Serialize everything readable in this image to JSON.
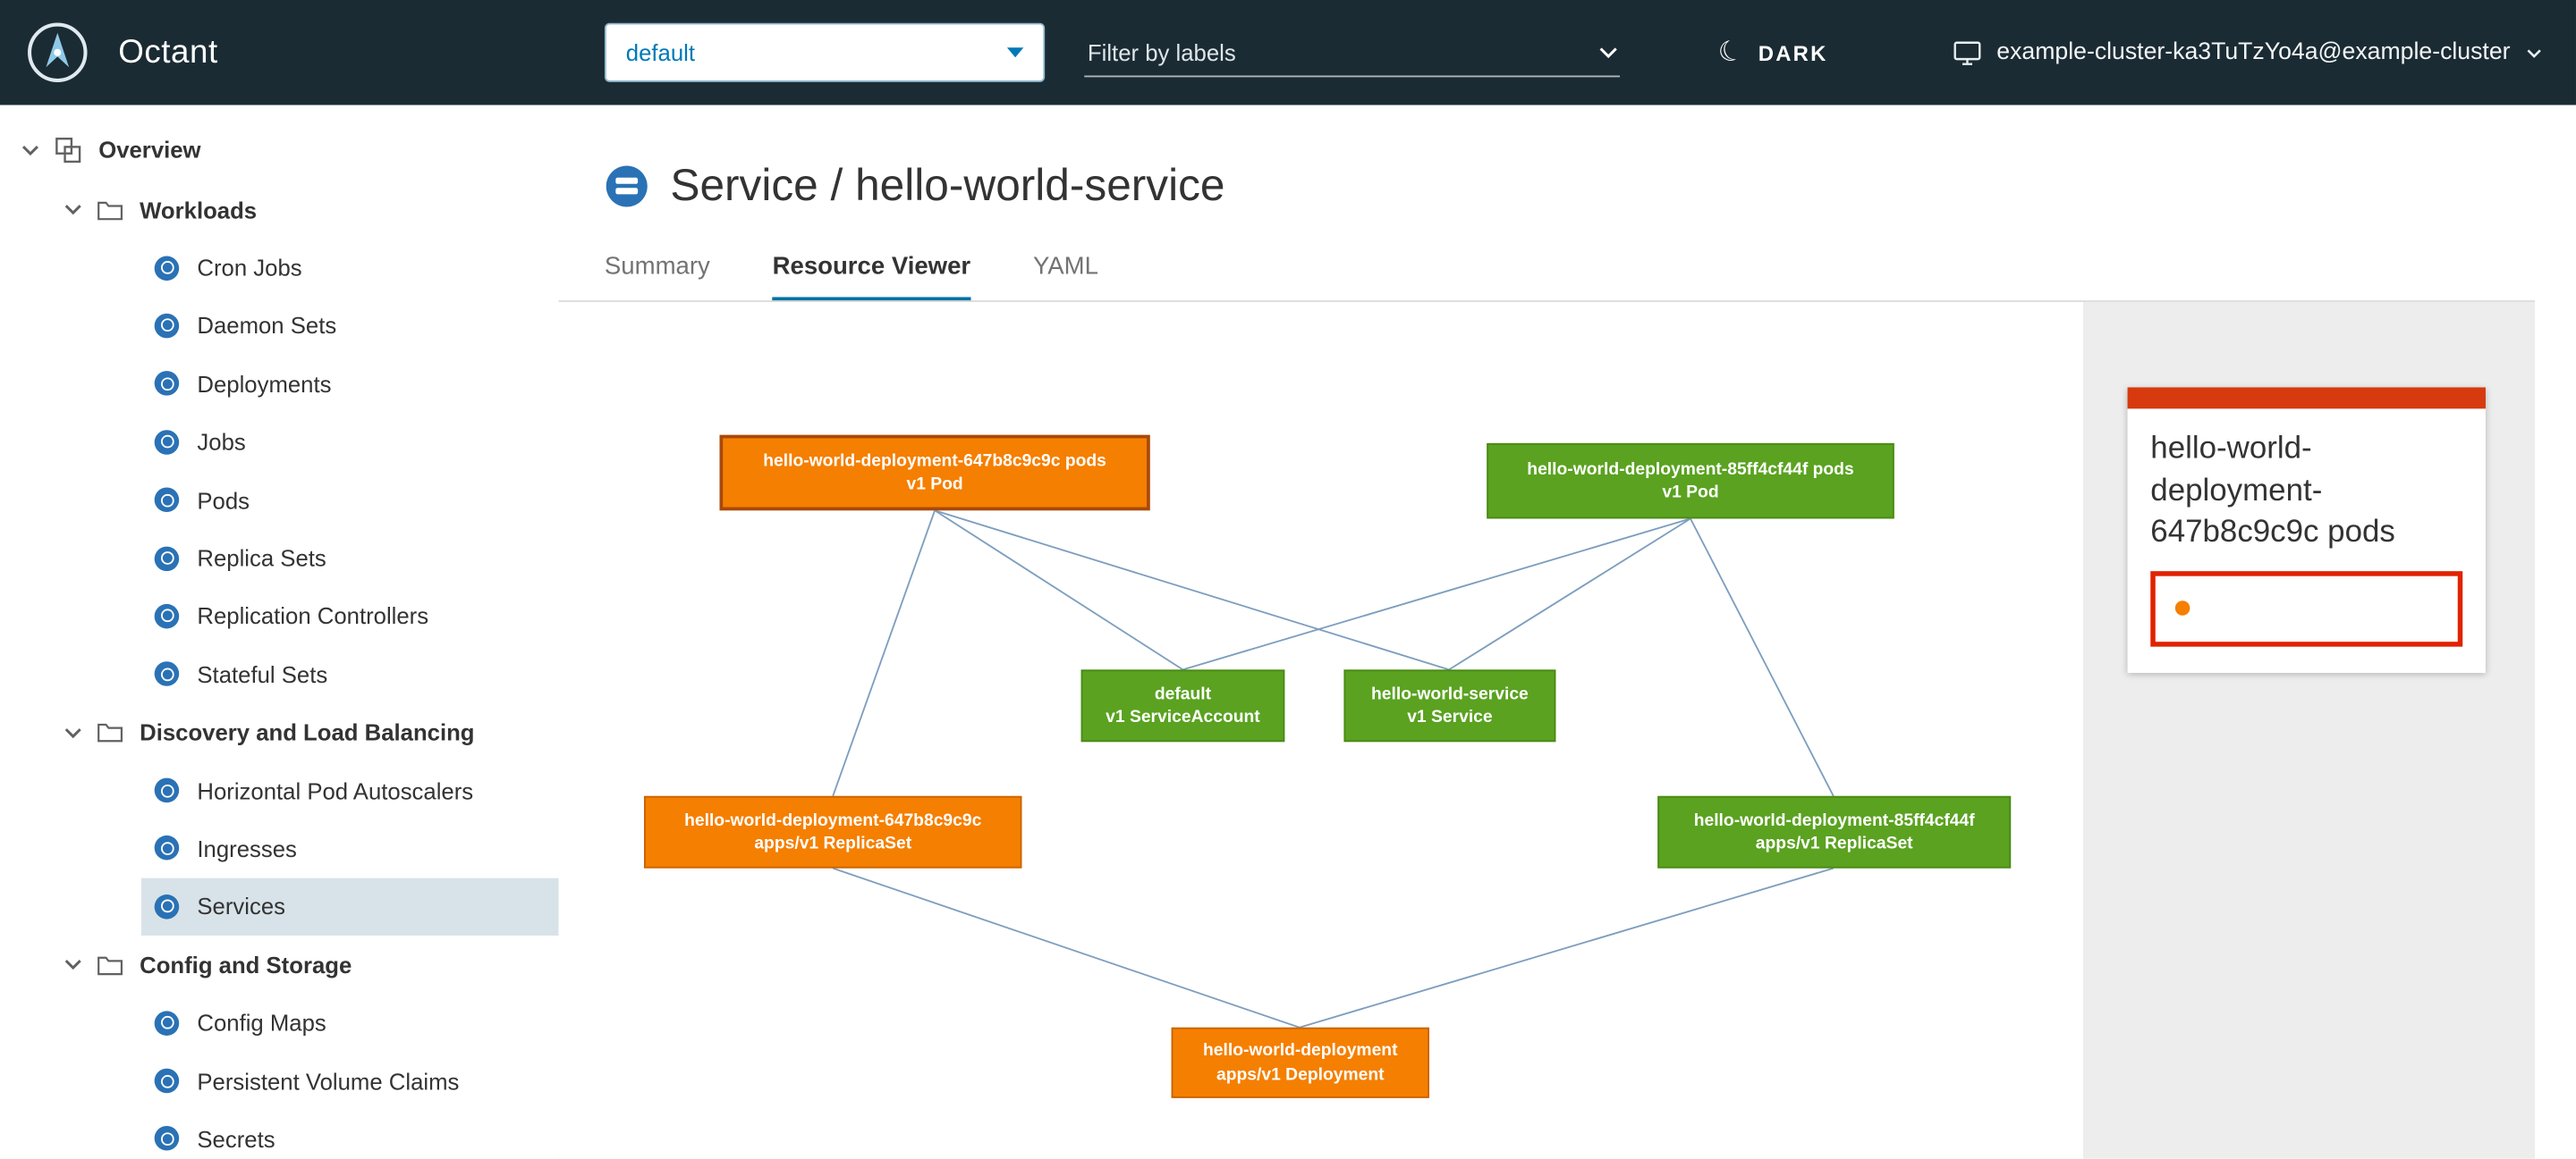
{
  "header": {
    "app_name": "Octant",
    "namespace_value": "default",
    "filter_placeholder": "Filter by labels",
    "theme_label": "DARK",
    "context": "example-cluster-ka3TuTzYo4a@example-cluster"
  },
  "sidebar": {
    "overview_label": "Overview",
    "sections": [
      {
        "label": "Workloads",
        "items": [
          "Cron Jobs",
          "Daemon Sets",
          "Deployments",
          "Jobs",
          "Pods",
          "Replica Sets",
          "Replication Controllers",
          "Stateful Sets"
        ]
      },
      {
        "label": "Discovery and Load Balancing",
        "items": [
          "Horizontal Pod Autoscalers",
          "Ingresses",
          "Services"
        ]
      },
      {
        "label": "Config and Storage",
        "items": [
          "Config Maps",
          "Persistent Volume Claims",
          "Secrets"
        ]
      }
    ],
    "selected_item": "Services"
  },
  "main": {
    "title": "Service / hello-world-service",
    "tabs": [
      {
        "label": "Summary",
        "active": false
      },
      {
        "label": "Resource Viewer",
        "active": true
      },
      {
        "label": "YAML",
        "active": false
      }
    ]
  },
  "graph": {
    "nodes": [
      {
        "id": "pod-647",
        "line1": "hello-world-deployment-647b8c9c9c pods",
        "line2": "v1 Pod",
        "color": "#f57f00",
        "selected": true
      },
      {
        "id": "pod-85",
        "line1": "hello-world-deployment-85ff4cf44f pods",
        "line2": "v1 Pod",
        "color": "#5aa220",
        "selected": false
      },
      {
        "id": "serviceaccount",
        "line1": "default",
        "line2": "v1 ServiceAccount",
        "color": "#5aa220",
        "selected": false
      },
      {
        "id": "service",
        "line1": "hello-world-service",
        "line2": "v1 Service",
        "color": "#5aa220",
        "selected": false
      },
      {
        "id": "replicaset-647",
        "line1": "hello-world-deployment-647b8c9c9c",
        "line2": "apps/v1 ReplicaSet",
        "color": "#f57f00",
        "selected": false
      },
      {
        "id": "replicaset-85",
        "line1": "hello-world-deployment-85ff4cf44f",
        "line2": "apps/v1 ReplicaSet",
        "color": "#5aa220",
        "selected": false
      },
      {
        "id": "deployment",
        "line1": "hello-world-deployment",
        "line2": "apps/v1 Deployment",
        "color": "#f57f00",
        "selected": false
      }
    ],
    "edges": [
      [
        "pod-647",
        "replicaset-647"
      ],
      [
        "pod-647",
        "serviceaccount"
      ],
      [
        "pod-647",
        "service"
      ],
      [
        "pod-85",
        "serviceaccount"
      ],
      [
        "pod-85",
        "service"
      ],
      [
        "pod-85",
        "replicaset-85"
      ],
      [
        "replicaset-647",
        "deployment"
      ],
      [
        "replicaset-85",
        "deployment"
      ]
    ]
  },
  "detail_panel": {
    "title": "hello-world-deployment-647b8c9c9c pods",
    "status_dot": "selected-pod-status"
  },
  "colors": {
    "header_bg": "#1b2b33",
    "accent_blue": "#0079b8",
    "tab_underline": "#0072a3",
    "node_orange": "#f57f00",
    "node_green": "#5aa220",
    "card_bar_red": "#d63a0e",
    "status_border_red": "#e12200",
    "selected_row_bg": "#d8e3e9"
  }
}
